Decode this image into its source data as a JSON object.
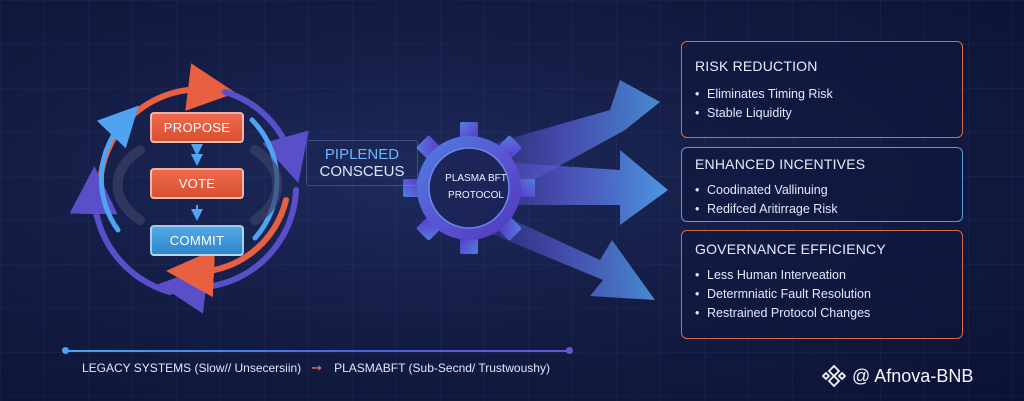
{
  "colors": {
    "orange": "#e8603f",
    "blue": "#4fa3f0",
    "purple": "#5b4fc9",
    "background": "#141d45"
  },
  "consensus_cycle": {
    "stages": [
      "PROPOSE",
      "VOTE",
      "COMMIT"
    ]
  },
  "pipelined_label": {
    "line1": "PIPLENED",
    "line2": "CONSCEUS"
  },
  "gear": {
    "line1": "PLASMA BFT",
    "line2": "PROTOCOL",
    "icon": "gear-icon"
  },
  "benefits": [
    {
      "title": "RISK REDUCTION",
      "items": [
        "Eliminates Timing Risk",
        "Stable Liquidity"
      ]
    },
    {
      "title": "ENHANCED INCENTIVES",
      "items": [
        "Coodinated Vallinuing",
        "Redifced Aritirrage Risk"
      ]
    },
    {
      "title": "GOVERNANCE EFFICIENCY",
      "items": [
        "Less Human Interveation",
        "Determniatic Fault Resolution",
        "Restrained Protocol Changes"
      ]
    }
  ],
  "timeline": {
    "left": "LEGACY SYSTEMS (Slow// Unsecersiin)",
    "arrow": "➞",
    "right": "PLASMABFT (Sub-Secnd/ Trustwoushy)"
  },
  "watermark": {
    "text": "@ Afnova-BNB",
    "icon": "binance-logo-icon"
  }
}
